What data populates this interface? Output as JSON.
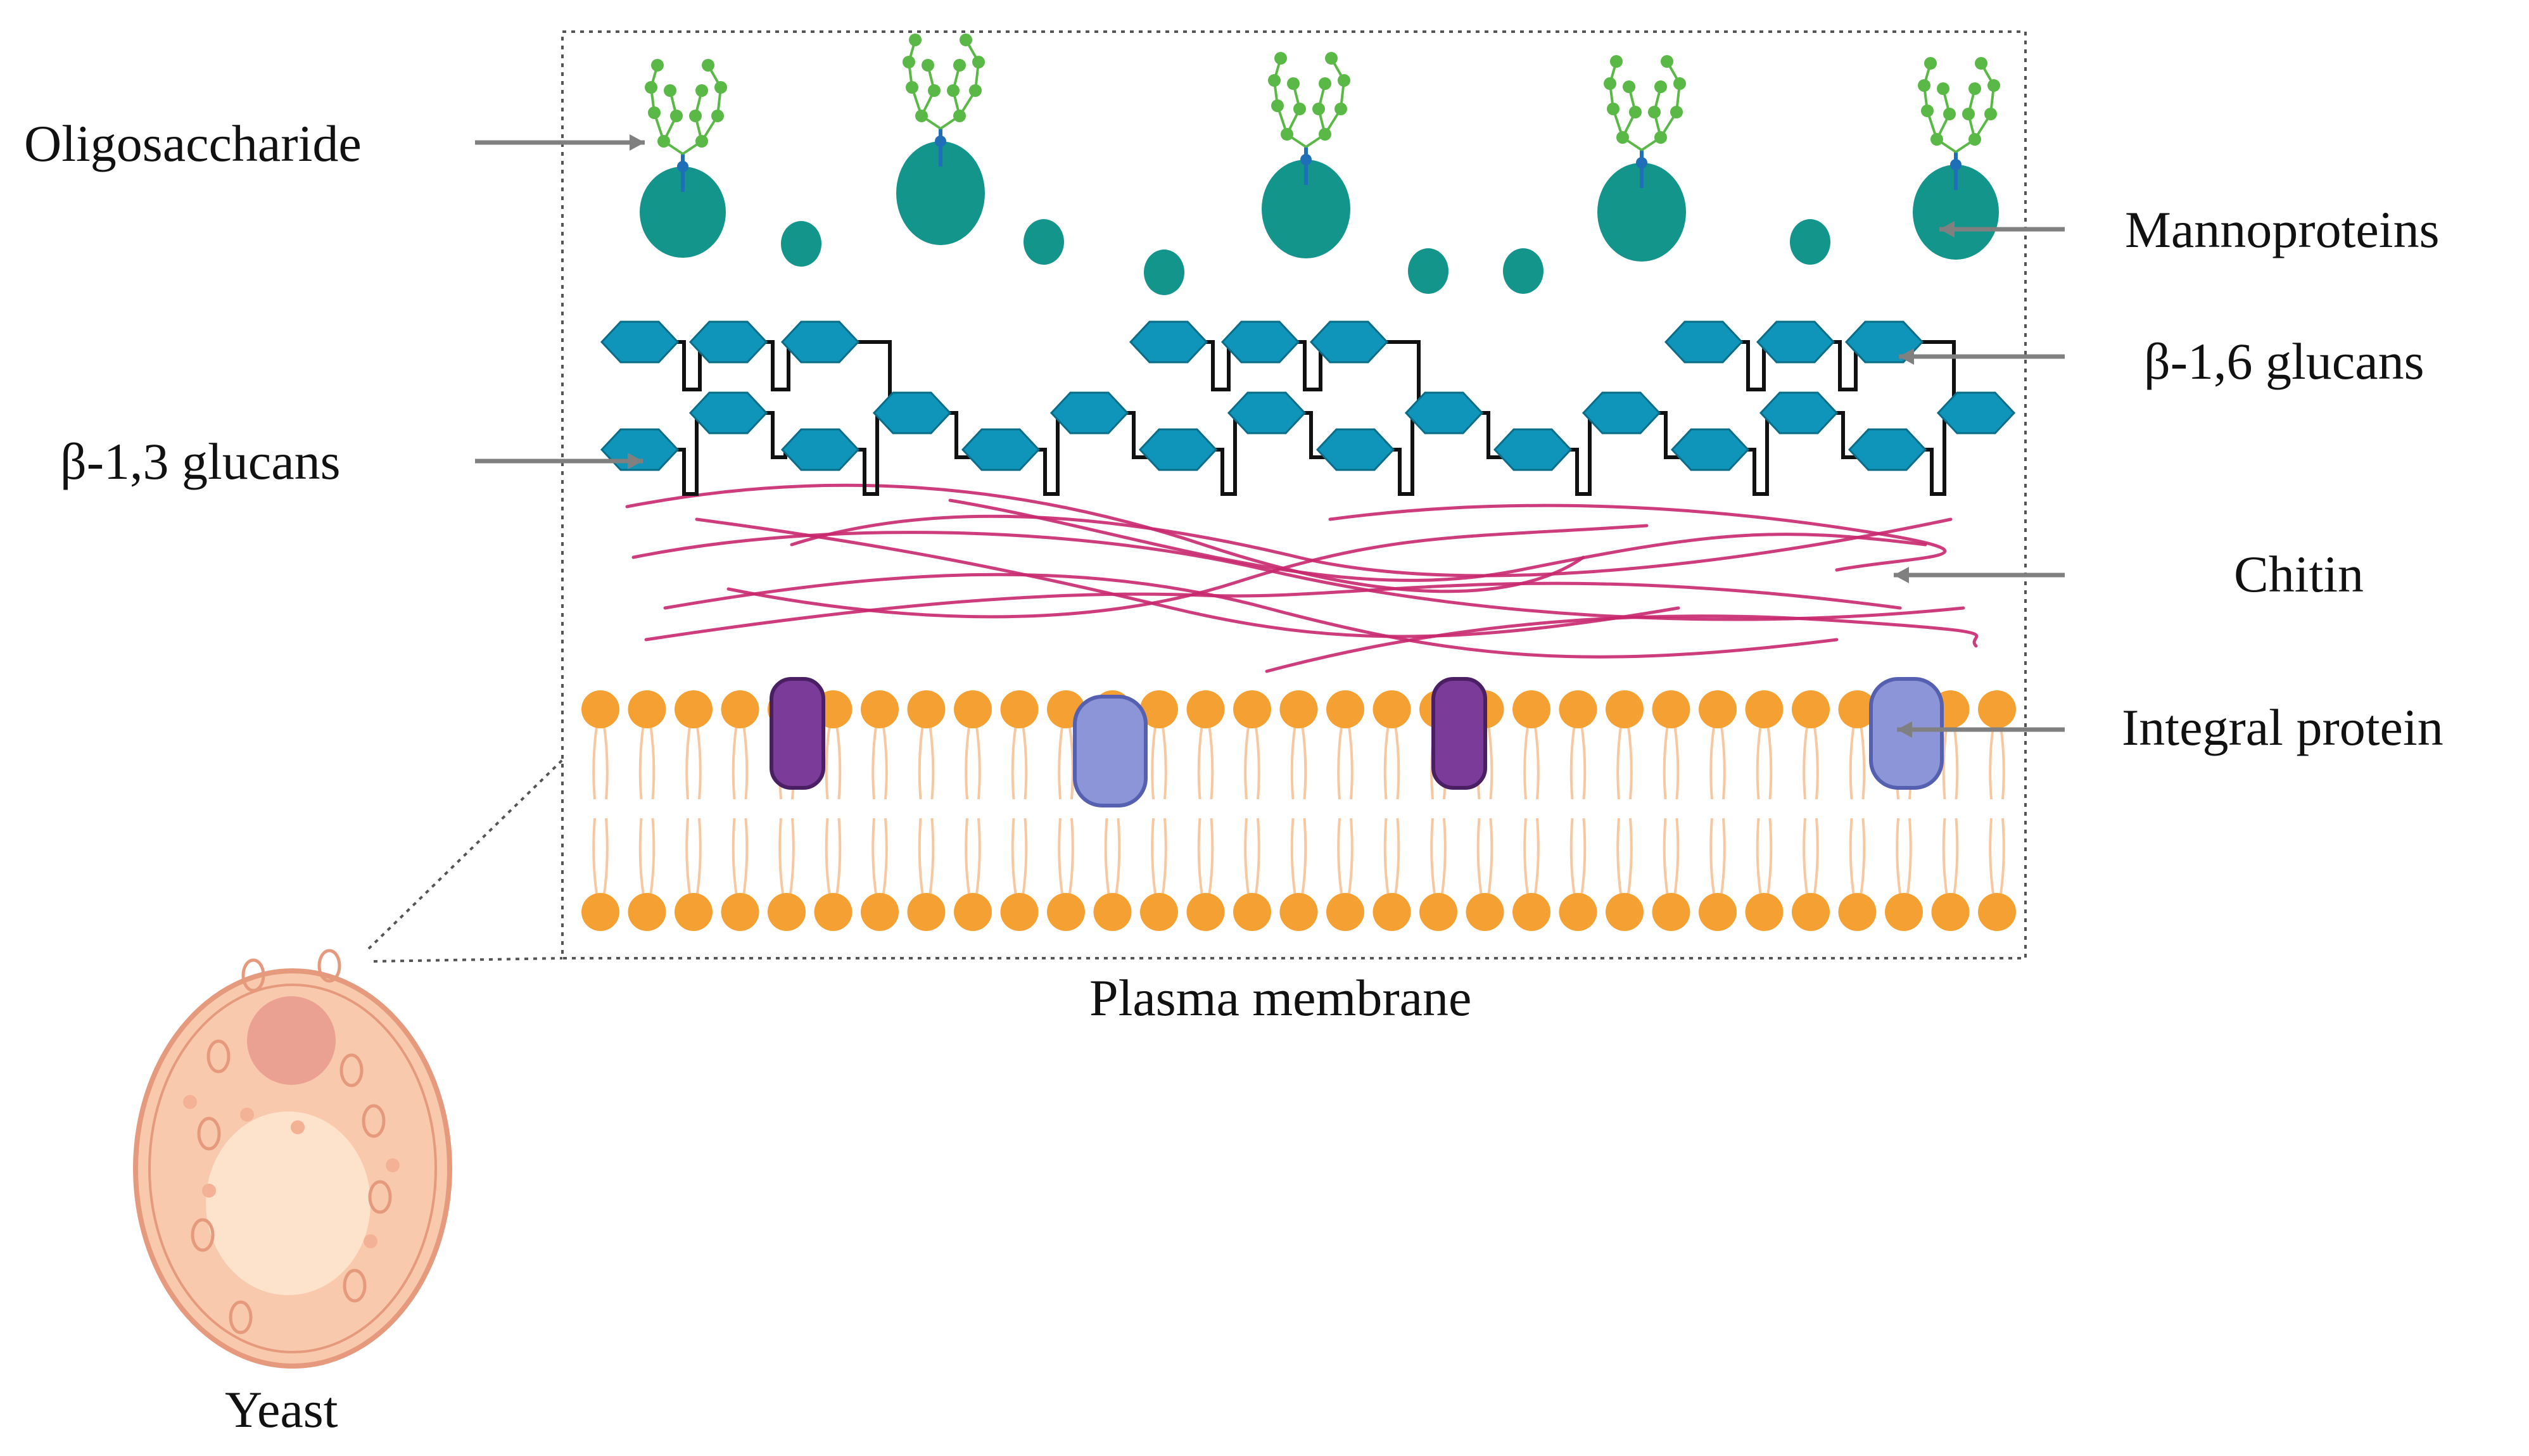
{
  "labels": {
    "oligosaccharide": "Oligosaccharide",
    "mannoproteins": "Mannoproteins",
    "beta16": "β-1,6 glucans",
    "beta13": "β-1,3 glucans",
    "chitin": "Chitin",
    "integral_protein": "Integral protein",
    "plasma_membrane": "Plasma membrane",
    "yeast": "Yeast"
  },
  "colors": {
    "mannoprotein": "#13958c",
    "oligo_branch": "#5ab846",
    "oligo_root": "#1f6fb8",
    "glucan": "#0e95b9",
    "chitin": "#c8276e",
    "lipid_head": "#f5a032",
    "lipid_tail": "#f7c8a0",
    "protein_dark": "#7a3c98",
    "protein_light": "#8b95d8",
    "yeast_body": "#f9c9ad",
    "yeast_outline": "#e59a7d",
    "nucleus": "#eba192",
    "vacuole": "#fde2cc",
    "arrow": "#808080",
    "frame": "#555555"
  }
}
